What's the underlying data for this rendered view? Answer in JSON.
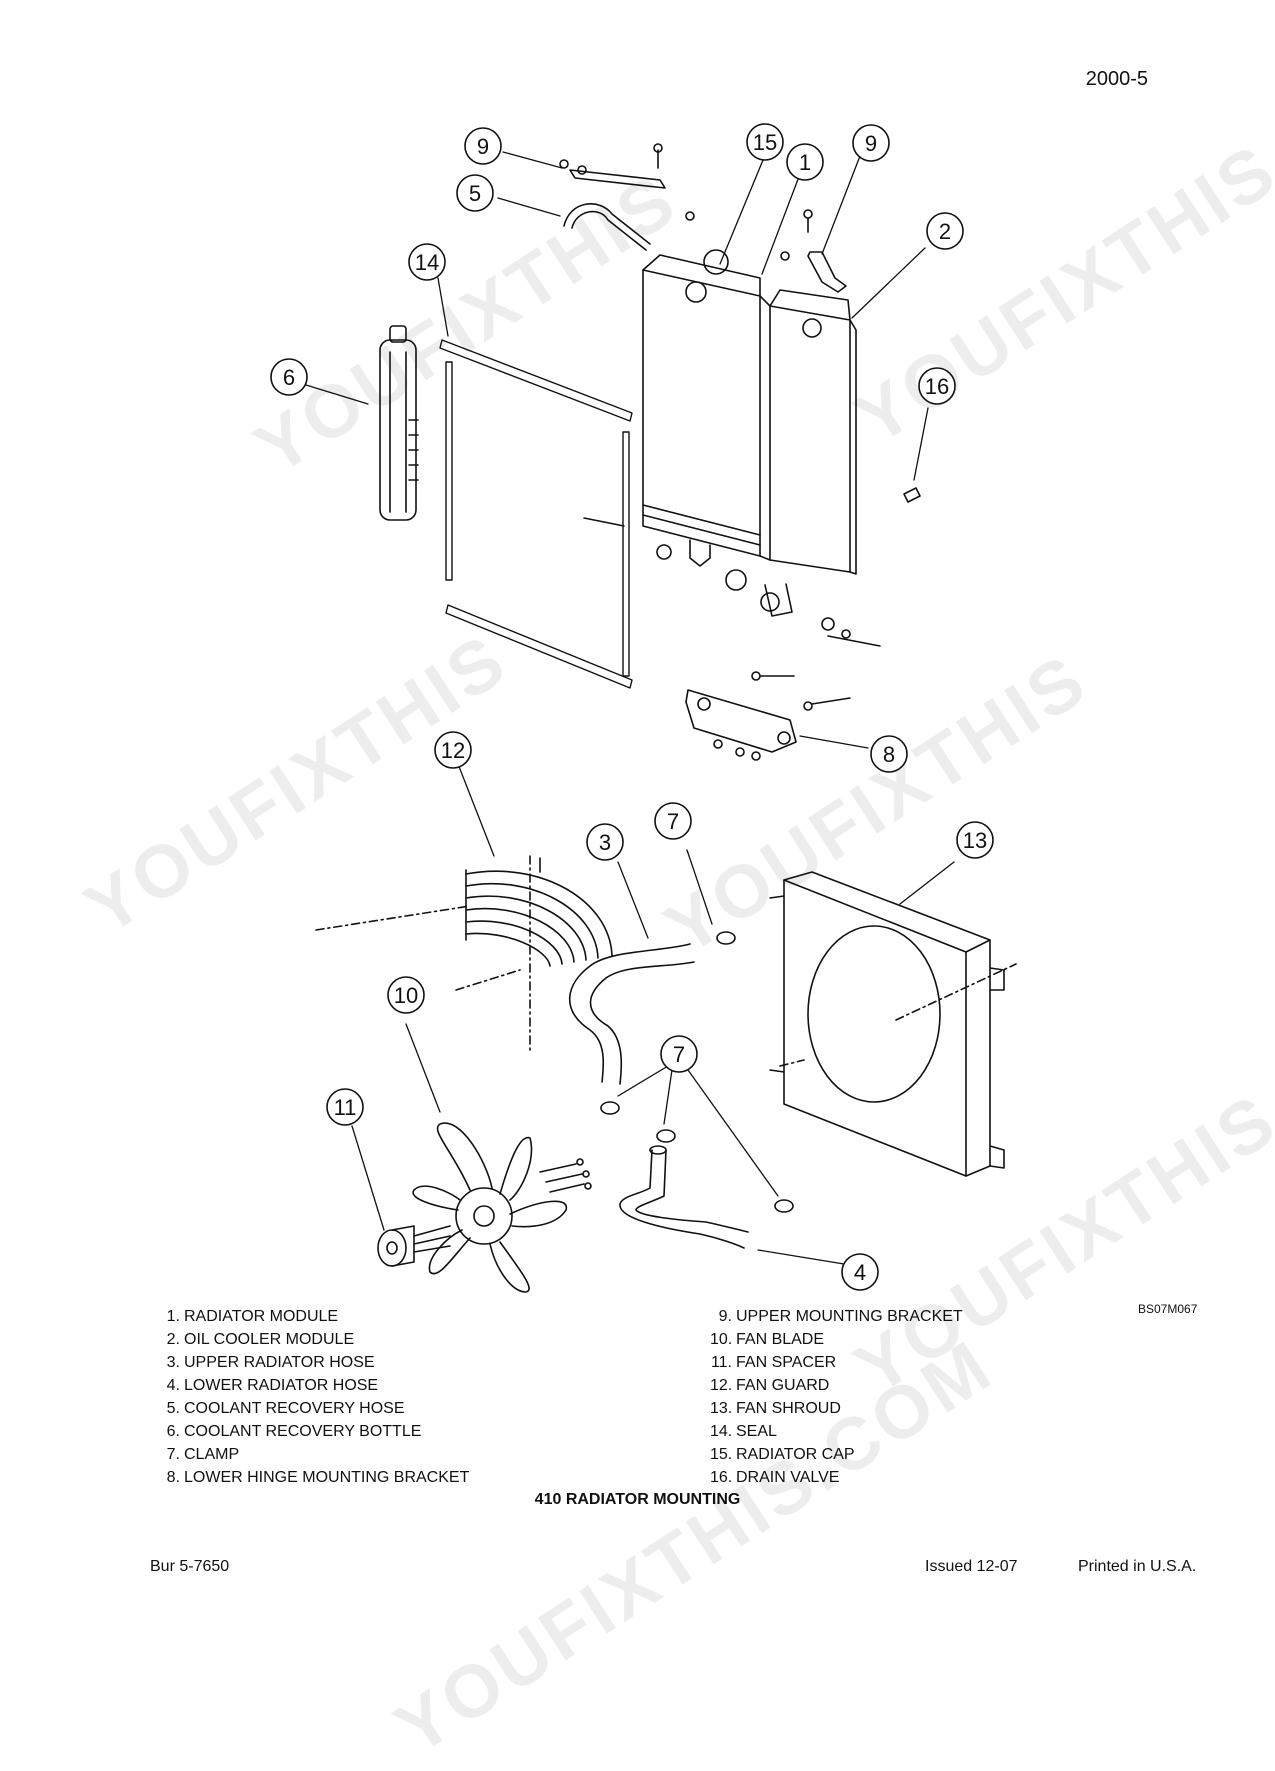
{
  "header": {
    "page_number": "2000-5"
  },
  "figure": {
    "code": "BS07M067",
    "title": "410 RADIATOR MOUNTING",
    "callouts": [
      "1",
      "2",
      "3",
      "4",
      "5",
      "6",
      "7",
      "8",
      "9",
      "10",
      "11",
      "12",
      "13",
      "14",
      "15",
      "16"
    ]
  },
  "legend": {
    "left": [
      {
        "num": "1.",
        "label": "RADIATOR MODULE"
      },
      {
        "num": "2.",
        "label": "OIL COOLER MODULE"
      },
      {
        "num": "3.",
        "label": "UPPER RADIATOR HOSE"
      },
      {
        "num": "4.",
        "label": "LOWER RADIATOR HOSE"
      },
      {
        "num": "5.",
        "label": "COOLANT RECOVERY HOSE"
      },
      {
        "num": "6.",
        "label": "COOLANT RECOVERY BOTTLE"
      },
      {
        "num": "7.",
        "label": "CLAMP"
      },
      {
        "num": "8.",
        "label": "LOWER HINGE MOUNTING BRACKET"
      }
    ],
    "right": [
      {
        "num": "9.",
        "label": "UPPER MOUNTING BRACKET"
      },
      {
        "num": "10.",
        "label": "FAN BLADE"
      },
      {
        "num": "11.",
        "label": "FAN SPACER"
      },
      {
        "num": "12.",
        "label": "FAN GUARD"
      },
      {
        "num": "13.",
        "label": "FAN SHROUD"
      },
      {
        "num": "14.",
        "label": "SEAL"
      },
      {
        "num": "15.",
        "label": "RADIATOR CAP"
      },
      {
        "num": "16.",
        "label": "DRAIN VALVE"
      }
    ]
  },
  "footer": {
    "doc_number": "Bur 5-7650",
    "issued": "Issued 12-07",
    "printed": "Printed in U.S.A."
  },
  "watermark": {
    "texts": [
      "YOUFIXTHIS.COM",
      "YOUFIXTHIS"
    ]
  }
}
